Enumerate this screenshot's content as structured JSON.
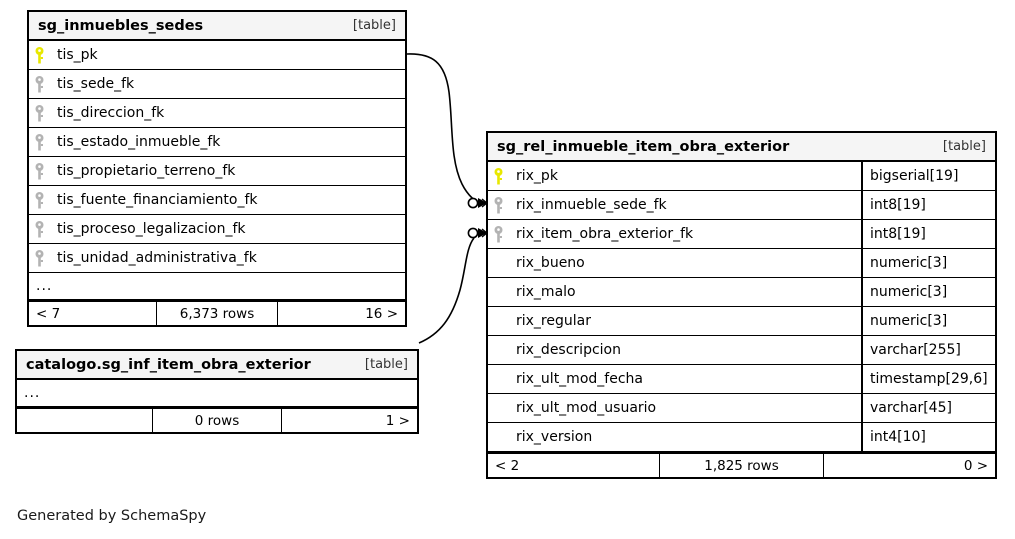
{
  "diagram": {
    "caption": "Generated by SchemaSpy",
    "table_tag": "[table]",
    "key_icon_primary": "key-icon-primary",
    "key_icon_foreign": "key-icon-foreign",
    "ellipsis": "..."
  },
  "tables": {
    "inmuebles_sedes": {
      "title": "sg_inmuebles_sedes",
      "tag": "[table]",
      "columns": [
        {
          "name": "tis_pk",
          "key": "primary",
          "type": ""
        },
        {
          "name": "tis_sede_fk",
          "key": "foreign",
          "type": ""
        },
        {
          "name": "tis_direccion_fk",
          "key": "foreign",
          "type": ""
        },
        {
          "name": "tis_estado_inmueble_fk",
          "key": "foreign",
          "type": ""
        },
        {
          "name": "tis_propietario_terreno_fk",
          "key": "foreign",
          "type": ""
        },
        {
          "name": "tis_fuente_financiamiento_fk",
          "key": "foreign",
          "type": ""
        },
        {
          "name": "tis_proceso_legalizacion_fk",
          "key": "foreign",
          "type": ""
        },
        {
          "name": "tis_unidad_administrativa_fk",
          "key": "foreign",
          "type": ""
        }
      ],
      "more_indicator": "...",
      "footer": {
        "left": "< 7",
        "middle": "6,373 rows",
        "right": "16 >"
      }
    },
    "catalogo_inf_item_obra_exterior": {
      "title": "catalogo.sg_inf_item_obra_exterior",
      "tag": "[table]",
      "columns": [],
      "more_indicator": "...",
      "footer": {
        "left": "",
        "middle": "0 rows",
        "right": "1 >"
      }
    },
    "rel_inmueble_item_obra_exterior": {
      "title": "sg_rel_inmueble_item_obra_exterior",
      "tag": "[table]",
      "columns": [
        {
          "name": "rix_pk",
          "key": "primary",
          "type": "bigserial[19]"
        },
        {
          "name": "rix_inmueble_sede_fk",
          "key": "foreign",
          "type": "int8[19]"
        },
        {
          "name": "rix_item_obra_exterior_fk",
          "key": "foreign",
          "type": "int8[19]"
        },
        {
          "name": "rix_bueno",
          "key": "none",
          "type": "numeric[3]"
        },
        {
          "name": "rix_malo",
          "key": "none",
          "type": "numeric[3]"
        },
        {
          "name": "rix_regular",
          "key": "none",
          "type": "numeric[3]"
        },
        {
          "name": "rix_descripcion",
          "key": "none",
          "type": "varchar[255]"
        },
        {
          "name": "rix_ult_mod_fecha",
          "key": "none",
          "type": "timestamp[29,6]"
        },
        {
          "name": "rix_ult_mod_usuario",
          "key": "none",
          "type": "varchar[45]"
        },
        {
          "name": "rix_version",
          "key": "none",
          "type": "int4[10]"
        }
      ],
      "footer": {
        "left": "< 2",
        "middle": "1,825 rows",
        "right": "0 >"
      }
    }
  },
  "relationships": [
    {
      "name": "inmuebles-sedes-to-rel-inmueble-sede-fk",
      "from_table": "sg_inmuebles_sedes",
      "from_column": "tis_pk",
      "to_table": "sg_rel_inmueble_item_obra_exterior",
      "to_column": "rix_inmueble_sede_fk",
      "cardinality": "zero-or-many"
    },
    {
      "name": "catalogo-to-rel-item-obra-exterior-fk",
      "from_table": "catalogo.sg_inf_item_obra_exterior",
      "to_table": "sg_rel_inmueble_item_obra_exterior",
      "to_column": "rix_item_obra_exterior_fk",
      "cardinality": "zero-or-many"
    }
  ],
  "colors": {
    "primary_key": "#e8e800",
    "foreign_key": "#b3b3b3",
    "border": "#000000",
    "header_bg": "#f5f5f5",
    "background": "#ffffff"
  }
}
